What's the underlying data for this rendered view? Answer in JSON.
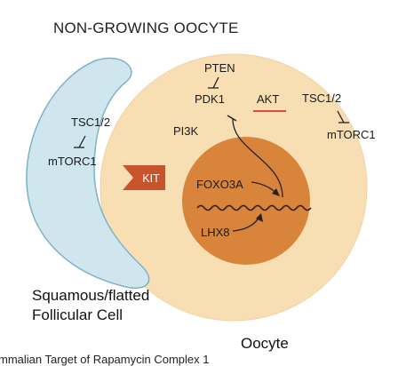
{
  "title": "NON-GROWING OOCYTE",
  "follicular_cell": {
    "tsc": "TSC1/2",
    "mtorc": "mTORC1",
    "caption_line1": "Squamous/flatted",
    "caption_line2": "Follicular Cell"
  },
  "receptor": {
    "label": "KIT"
  },
  "oocyte": {
    "pten": "PTEN",
    "pdk1": "PDK1",
    "akt": "AKT",
    "pi3k": "PI3K",
    "tsc": "TSC1/2",
    "mtorc": "mTORC1",
    "caption": "Oocyte"
  },
  "nucleus": {
    "foxo3a": "FOXO3A",
    "lhx8": "LHX8"
  },
  "footnote": "mmalian Target of Rapamycin Complex 1",
  "colors": {
    "oocyte_fill": "#f7dfb3",
    "nucleus_fill": "#d8843a",
    "follicular_fill": "#cfe6ee",
    "follicular_stroke": "#7fb2c4",
    "kit_fill": "#c9542c",
    "akt_underline": "#d9352a"
  }
}
